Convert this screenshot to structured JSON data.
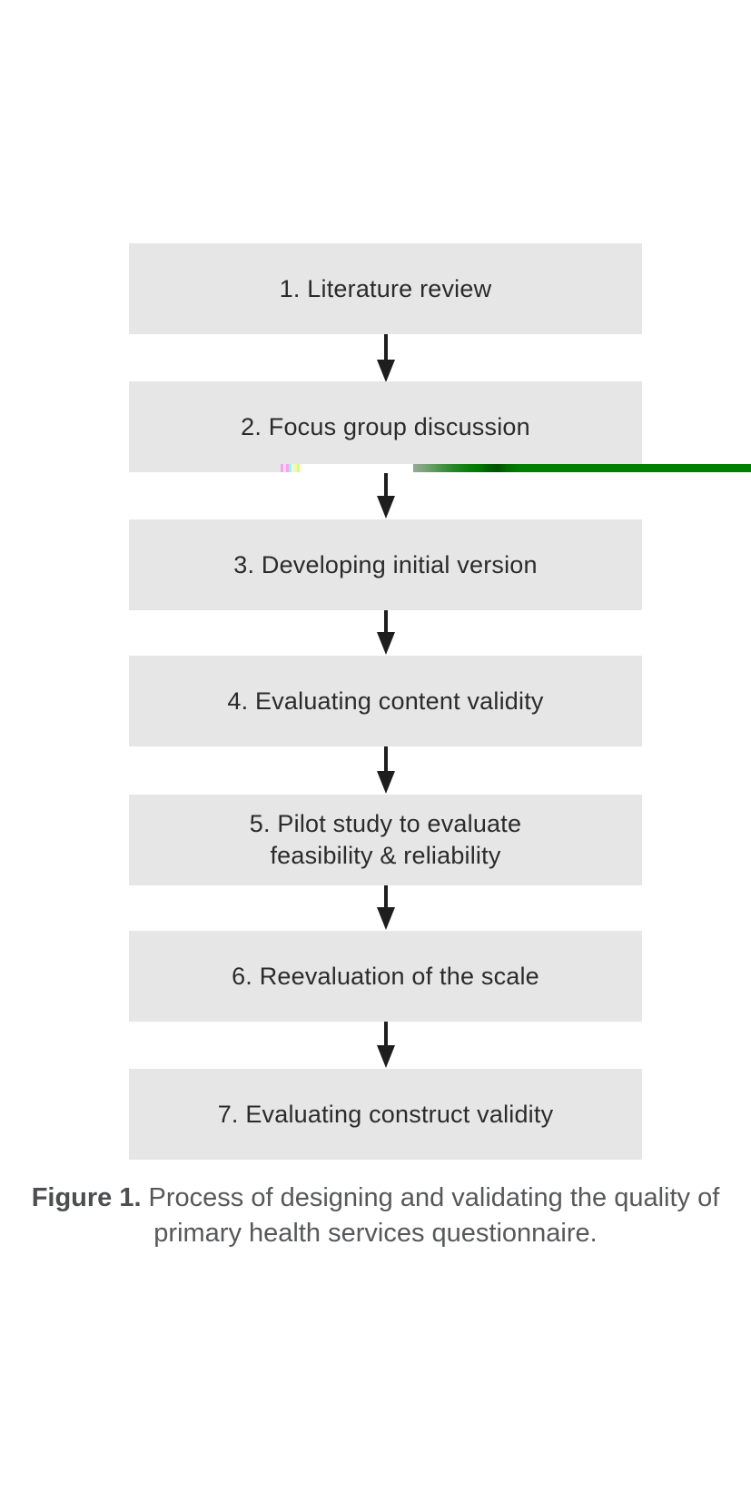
{
  "flowchart": {
    "steps": [
      {
        "label": "1. Literature review"
      },
      {
        "label": "2. Focus group discussion"
      },
      {
        "label": "3. Developing initial version"
      },
      {
        "label": "4. Evaluating content validity"
      },
      {
        "label": "5. Pilot study to evaluate\nfeasibility & reliability"
      },
      {
        "label": "6. Reevaluation of the scale"
      },
      {
        "label": "7. Evaluating construct validity"
      }
    ]
  },
  "caption": {
    "prefix": "Figure 1.",
    "body": "Process of designing and validating the quality of\nprimary health services questionnaire."
  },
  "colors": {
    "page_background": "#ffffff",
    "step_box_fill": "#e6e6e6",
    "step_text": "#2b2b2b",
    "arrow": "#1e1e1e",
    "caption_text": "#57585a",
    "artifact_green": "#008000",
    "artifact_noise": [
      "#f2a6ec",
      "#fbd9f5",
      "#ff9ff2",
      "#a8f0e6",
      "#d9fcf6",
      "#f8f89e",
      "#d4f7a6",
      "#fdfdd8"
    ]
  }
}
